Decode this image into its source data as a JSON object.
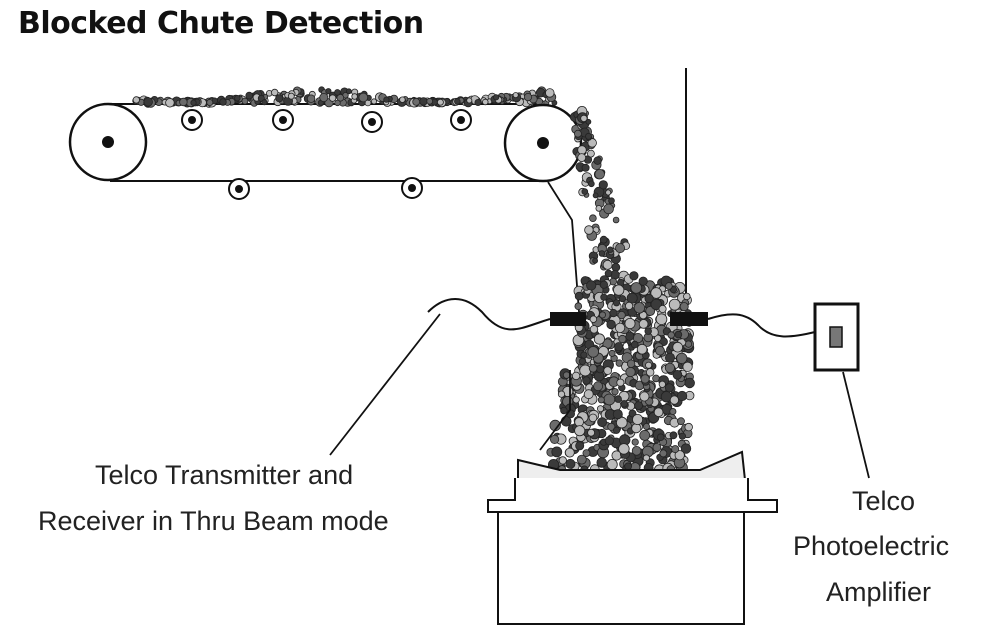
{
  "title": "Blocked Chute Detection",
  "labels": {
    "transmitter_line1": "Telco Transmitter and",
    "transmitter_line2": "Receiver in Thru Beam mode",
    "amplifier_line1": "Telco",
    "amplifier_line2": "Photoelectric",
    "amplifier_line3": "Amplifier"
  },
  "colors": {
    "line": "#111111",
    "material": "#6b6b6b",
    "material_dark": "#3a3a3a"
  }
}
